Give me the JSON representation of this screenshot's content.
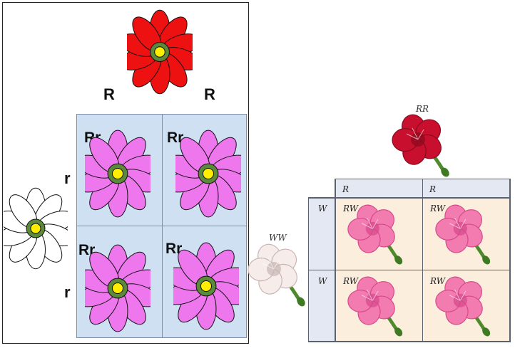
{
  "left_square": {
    "parent_top": {
      "alleles": [
        "R",
        "R"
      ],
      "color": "red"
    },
    "parent_left": {
      "alleles": [
        "r",
        "r"
      ],
      "color": "white"
    },
    "cells": [
      {
        "label": "Rr",
        "color": "pink"
      },
      {
        "label": "Rr",
        "color": "pink"
      },
      {
        "label": "Rr",
        "color": "pink"
      },
      {
        "label": "Rr",
        "color": "pink"
      }
    ]
  },
  "right_square": {
    "parent_top": {
      "label": "RR",
      "color": "red"
    },
    "parent_left": {
      "label": "WW",
      "color": "white"
    },
    "col_headers": [
      "R",
      "R"
    ],
    "row_headers": [
      "W",
      "W"
    ],
    "cells": [
      "RW",
      "RW",
      "RW",
      "RW"
    ]
  },
  "colors": {
    "red_petal": "#ee1111",
    "pink_petal": "#ee77ee",
    "white_petal": "#ffffff",
    "center_yellow": "#ffee00",
    "sepal_green": "#5a8a3a",
    "grid_blue": "#cfe0f2",
    "grid_cream": "#fbeedd",
    "header_blue": "#e3e8f2"
  }
}
